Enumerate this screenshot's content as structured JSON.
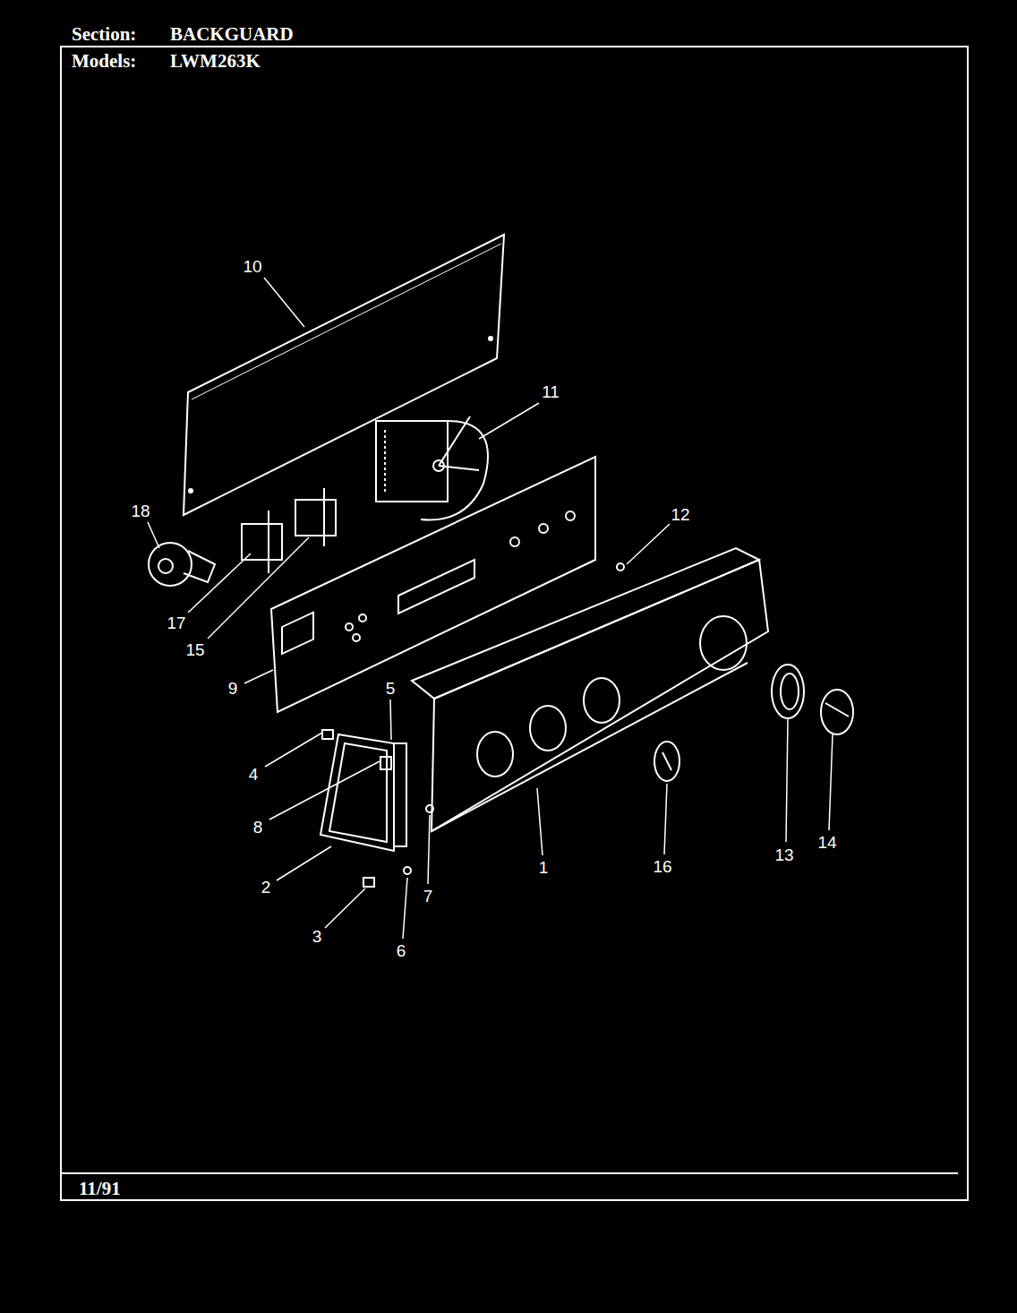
{
  "diagram": {
    "labels": [
      "Section:",
      "BACKGUARD",
      "Models:",
      "LWM263K",
      "11/91",
      "10",
      "11",
      "18",
      "12",
      "17",
      "15",
      "9",
      "5",
      "4",
      "8",
      "7",
      "1",
      "16",
      "13",
      "14",
      "2",
      "3",
      "6"
    ]
  }
}
